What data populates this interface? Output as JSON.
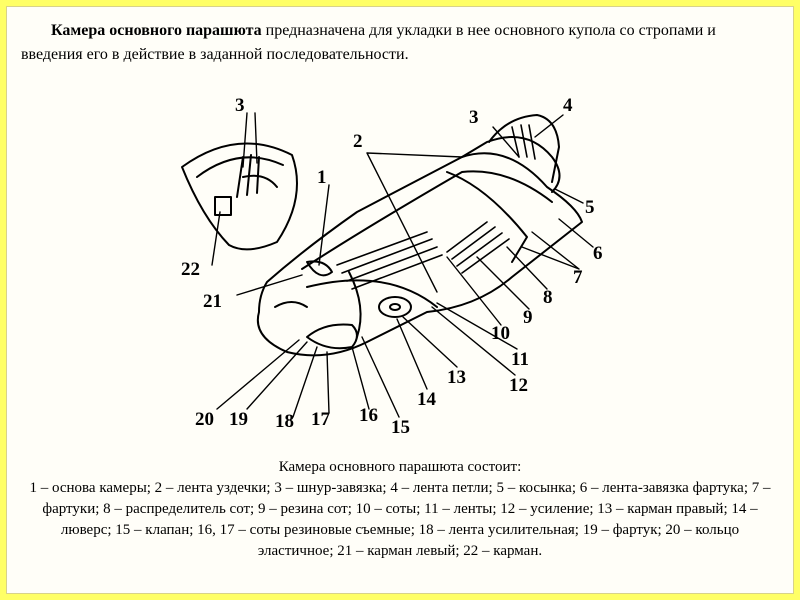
{
  "intro": {
    "bold": "Камера основного парашюта",
    "rest": " предназначена для укладки в нее основного купола со стропами и введения его в действие в заданной последовательности."
  },
  "figure": {
    "callouts": [
      "1",
      "2",
      "3",
      "3",
      "4",
      "5",
      "6",
      "7",
      "8",
      "9",
      "10",
      "11",
      "12",
      "13",
      "14",
      "15",
      "16",
      "17",
      "18",
      "19",
      "20",
      "21",
      "22"
    ]
  },
  "caption": {
    "title": "Камера основного парашюта состоит:",
    "body": "1 – основа камеры; 2 – лента уздечки; 3 – шнур-завязка; 4 – лента петли; 5 – косынка;          6 – лента-завязка фартука; 7 – фартуки; 8 – распределитель сот; 9 – резина сот; 10 – соты; 11 – ленты; 12 – усиление; 13 – карман правый; 14 – люверс; 15 – клапан;                    16, 17 – соты резиновые съемные; 18 – лента усилительная; 19 – фартук;                  20 – кольцо  эластичное; 21 – карман левый; 22 – карман."
  }
}
